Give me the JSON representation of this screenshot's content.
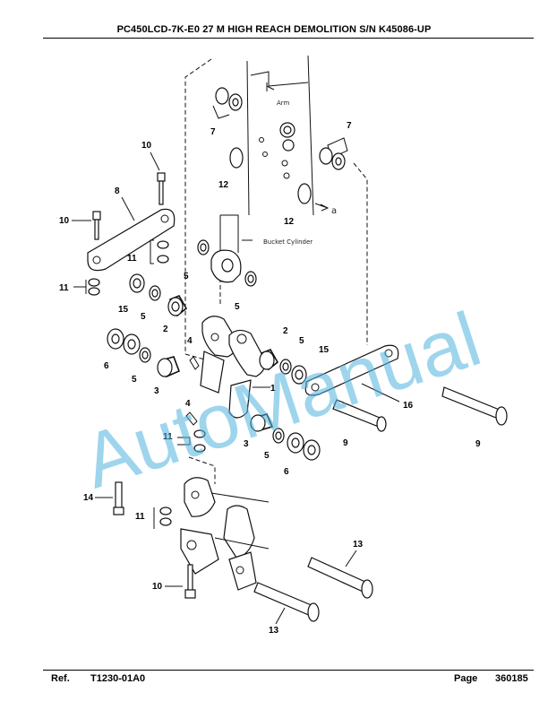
{
  "header": {
    "title": "PC450LCD-7K-E0 27 M HIGH REACH DEMOLITION S/N K45086-UP"
  },
  "footer": {
    "ref_label": "Ref.",
    "ref_value": "T1230-01A0",
    "page_label": "Page",
    "page_value": "360185"
  },
  "watermark": {
    "text": "AutoManual",
    "color": "#4fb3e0"
  },
  "drawing": {
    "annotations": {
      "arm": "Arm",
      "bucket_cylinder": "Bucket Cylinder",
      "ref_a": "a"
    },
    "callouts": {
      "c7a": "7",
      "c7b": "7",
      "c10a": "10",
      "c8": "8",
      "c12a": "12",
      "c12b": "12",
      "c10b": "10",
      "c11a": "11",
      "c11b": "11",
      "c5a": "5",
      "c15a": "15",
      "c5b": "5",
      "c2a": "2",
      "c5c": "5",
      "c4a": "4",
      "c2b": "2",
      "c5d": "5",
      "c15b": "15",
      "c6a": "6",
      "c5e": "5",
      "c3a": "3",
      "c1": "1",
      "c16": "16",
      "c4b": "4",
      "c9a": "9",
      "c9b": "9",
      "c11c": "11",
      "c3b": "3",
      "c5f": "5",
      "c6b": "6",
      "c14": "14",
      "c11d": "11",
      "c13a": "13",
      "c10c": "10",
      "c13b": "13"
    }
  }
}
